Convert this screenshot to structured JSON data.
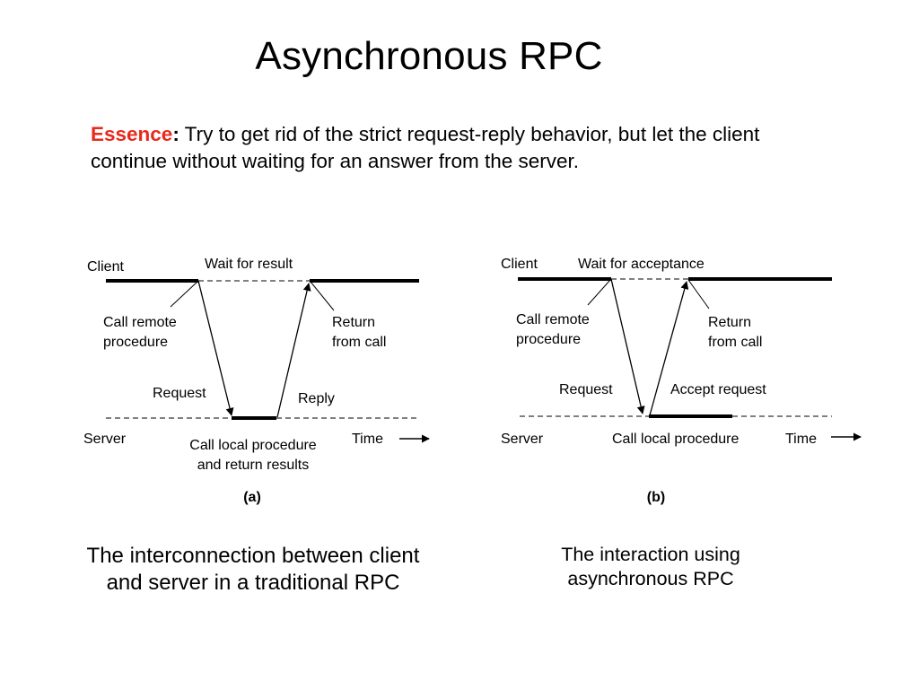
{
  "title": "Asynchronous RPC",
  "essence": {
    "label": "Essence",
    "colon": ":",
    "text": " Try to get rid of the strict request-reply behavior, but let the client continue without waiting for an answer from the server."
  },
  "diagram_a": {
    "client": "Client",
    "wait": "Wait for result",
    "call_remote_1": "Call remote",
    "call_remote_2": "procedure",
    "return_1": "Return",
    "return_2": "from call",
    "request": "Request",
    "reply": "Reply",
    "server": "Server",
    "time": "Time",
    "local_1": "Call local procedure",
    "local_2": "and return results",
    "sublabel": "(a)"
  },
  "diagram_b": {
    "client": "Client",
    "wait": "Wait for acceptance",
    "call_remote_1": "Call remote",
    "call_remote_2": "procedure",
    "return_1": "Return",
    "return_2": "from call",
    "request": "Request",
    "accept": "Accept request",
    "server": "Server",
    "local": "Call local procedure",
    "time": "Time",
    "sublabel": "(b)"
  },
  "captions": {
    "a_line1": "The interconnection between client",
    "a_line2": "and server in a traditional RPC",
    "b_line1": "The interaction using",
    "b_line2": "asynchronous RPC"
  }
}
